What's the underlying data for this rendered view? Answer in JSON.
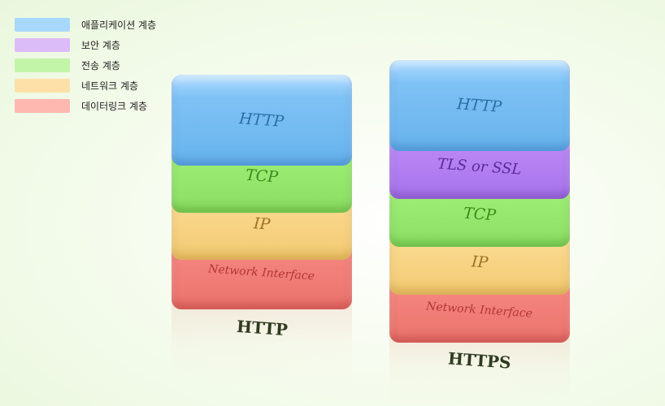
{
  "legend": {
    "items": [
      {
        "label": "애플리케이션 계층",
        "color": "#a8d8ff"
      },
      {
        "label": "보안 계층",
        "color": "#dcbcf8"
      },
      {
        "label": "전송 계층",
        "color": "#c2f5a8"
      },
      {
        "label": "네트워크 계층",
        "color": "#fde0a8"
      },
      {
        "label": "데이터링크 계층",
        "color": "#ffb8b0"
      }
    ]
  },
  "stacks": {
    "http": {
      "caption": "HTTP",
      "blocks": [
        {
          "label": "HTTP",
          "layer": "애플리케이션 계층"
        },
        {
          "label": "TCP",
          "layer": "전송 계층"
        },
        {
          "label": "IP",
          "layer": "네트워크 계층"
        },
        {
          "label": "Network Interface",
          "layer": "데이터링크 계층"
        }
      ]
    },
    "https": {
      "caption": "HTTPS",
      "blocks": [
        {
          "label": "HTTP",
          "layer": "애플리케이션 계층"
        },
        {
          "label": "TLS or SSL",
          "layer": "보안 계층"
        },
        {
          "label": "TCP",
          "layer": "전송 계층"
        },
        {
          "label": "IP",
          "layer": "네트워크 계층"
        },
        {
          "label": "Network Interface",
          "layer": "데이터링크 계층"
        }
      ]
    }
  }
}
